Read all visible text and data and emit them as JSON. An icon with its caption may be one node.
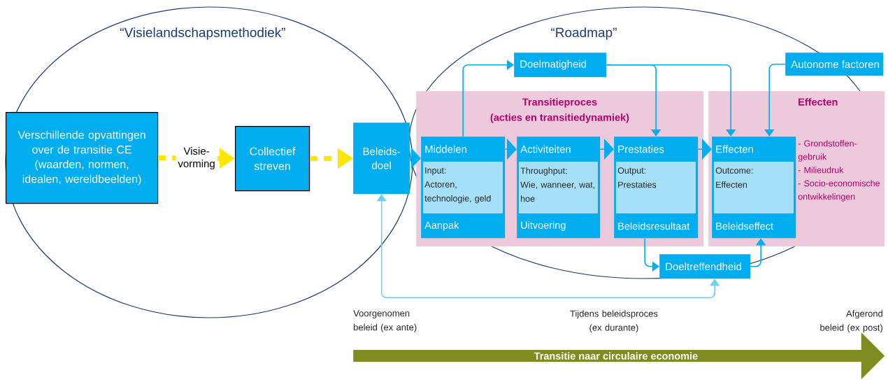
{
  "diagram": {
    "nodes": [
      {
        "text": [
          "Verschillende opvattingen over de transitie CE (waarden, normen, idealen, wereldbeelden)"
        ]
      },
      {
        "text": [
          "Collectief streven"
        ]
      },
      {
        "text": [
          "Beleids- doel"
        ]
      },
      {
        "text": [
          "Transitieproces",
          "(acties en transitiedynamiek)"
        ]
      },
      {
        "text": [
          "Effecten",
          "- Grondstoffen- gebruik",
          "- Milieudruk",
          "- Socio-economische ontwikkelingen"
        ]
      },
      {
        "text": [
          "Middelen",
          "Input:",
          "Actoren, technologie, geld",
          "Aanpak"
        ],
        "in": 3
      },
      {
        "text": [
          "Activiteiten",
          "Throughput:",
          "Wie, wanneer, wat, hoe",
          "Uitvoering"
        ],
        "in": 3
      },
      {
        "text": [
          "Prestaties",
          "Output:",
          "Prestaties",
          "Beleidsresultaat"
        ],
        "in": 3
      },
      {
        "text": [
          "Effecten",
          "Outcome:",
          "Effecten",
          "Beleidseffect"
        ],
        "in": 4
      },
      {
        "text": [
          "Doelmatigheid"
        ]
      },
      {
        "text": [
          "Autonome factoren"
        ]
      },
      {
        "text": [
          "Doeltreffendheid"
        ]
      },
      {
        "text": [
          "Transitie naar circulaire economie"
        ]
      }
    ],
    "edges": [
      {
        "from": 0,
        "to": 1,
        "arrow": "to",
        "label": "Visie- vorming",
        "style": "dashed",
        "color": "#ffe600"
      },
      {
        "from": 1,
        "to": 2,
        "arrow": "to",
        "style": "dashed",
        "color": "#ffe600"
      },
      {
        "from": 2,
        "to": 5,
        "arrow": "to"
      },
      {
        "from": 5,
        "to": 6,
        "arrow": "to"
      },
      {
        "from": 6,
        "to": 7,
        "arrow": "to"
      },
      {
        "from": 7,
        "to": 8,
        "arrow": "to"
      },
      {
        "from": 5,
        "to": 9,
        "arrow": "to"
      },
      {
        "from": 9,
        "to": 7,
        "arrow": "to"
      },
      {
        "from": 9,
        "to": 8,
        "arrow": "to"
      },
      {
        "from": 10,
        "to": 8,
        "arrow": "to"
      },
      {
        "from": 7,
        "to": 11,
        "arrow": "to"
      },
      {
        "from": 11,
        "to": 8,
        "arrow": "to"
      },
      {
        "from": 2,
        "to": 11,
        "arrow": "both",
        "color": "#6dcff6"
      }
    ],
    "labels": [
      "“Visielandschapsmethodiek”",
      "“Roadmap”",
      "Voorgenomen beleid (ex ante)",
      "Tijdens beleidsproces (ex durante)",
      "Afgerond beleid (ex post)"
    ]
  }
}
